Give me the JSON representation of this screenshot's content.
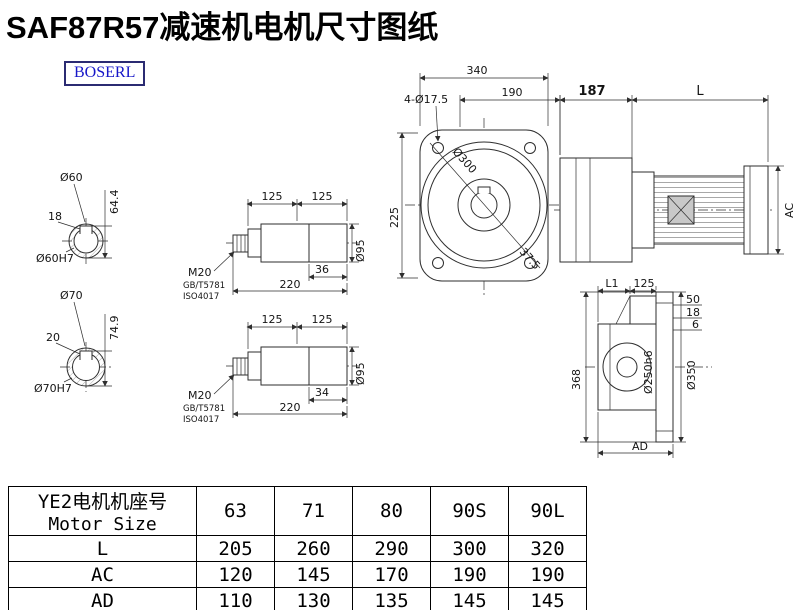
{
  "title": "SAF87R57减速机电机尺寸图纸",
  "logo": "BOSERL",
  "colors": {
    "line": "#2e2e2e",
    "logo_text": "#1616c8",
    "logo_border": "#2b2b72",
    "table_border": "#000000"
  },
  "drawing": {
    "front": {
      "width": "340",
      "bolt_holes": "4-Ø17.5",
      "width2": "190",
      "flange_dia": "Ø300",
      "height": "225",
      "angle": "37.5"
    },
    "side": {
      "dim_a": "187",
      "dim_len": "L",
      "dim_ac": "AC"
    },
    "shaft60": {
      "dia": "Ø60",
      "key_w": "18",
      "key_h": "64.4",
      "fit": "Ø60H7"
    },
    "shaft70": {
      "dia": "Ø70",
      "key_w": "20",
      "key_h": "74.9",
      "fit": "Ø70H7"
    },
    "detail1": {
      "seg1": "125",
      "seg2": "125",
      "thread": "M20",
      "std1": "GB/T5781",
      "std2": "ISO4017",
      "tail": "36",
      "total": "220",
      "dia": "Ø95"
    },
    "detail2": {
      "seg1": "125",
      "seg2": "125",
      "thread": "M20",
      "std1": "GB/T5781",
      "std2": "ISO4017",
      "tail": "34",
      "total": "220",
      "dia": "Ø95"
    },
    "flange": {
      "dim_l1": "L1",
      "dim_125": "125",
      "dim_50": "50",
      "dim_18": "18",
      "dim_6": "6",
      "height": "368",
      "spigot": "Ø250h6",
      "outer": "Ø350",
      "dim_ad": "AD"
    }
  },
  "table": {
    "header_cn": "YE2电机机座号",
    "header_en": "Motor Size",
    "sizes": [
      "63",
      "71",
      "80",
      "90S",
      "90L"
    ],
    "rows": [
      {
        "label": "L",
        "values": [
          "205",
          "260",
          "290",
          "300",
          "320"
        ]
      },
      {
        "label": "AC",
        "values": [
          "120",
          "145",
          "170",
          "190",
          "190"
        ]
      },
      {
        "label": "AD",
        "values": [
          "110",
          "130",
          "135",
          "145",
          "145"
        ]
      }
    ]
  }
}
